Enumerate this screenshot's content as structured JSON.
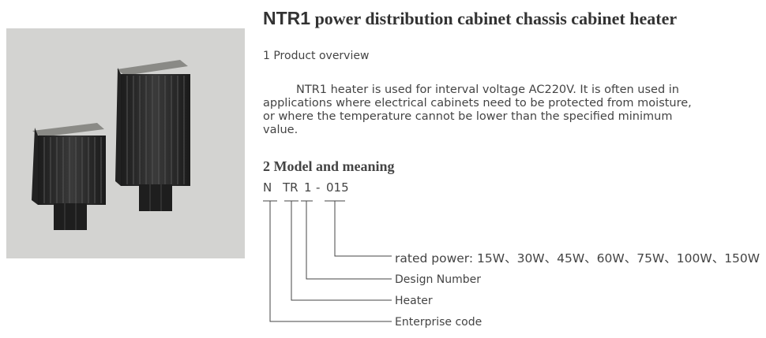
{
  "title": {
    "model": "NTR1",
    "rest": "power distribution cabinet chassis cabinet heater"
  },
  "section1": {
    "heading": "1 Product overview",
    "paragraph": "NTR1 heater is used for interval voltage AC220V. It is often used in applications where electrical cabinets need to be protected from moisture, or where the temperature cannot be lower than the specified minimum value."
  },
  "section2": {
    "heading": "2 Model and meaning",
    "code_parts": {
      "n": "N",
      "tr": "TR",
      "one": "1",
      "dash": "-",
      "num": "015"
    },
    "labels": {
      "rated_power": "rated power: 15W、30W、45W、60W、75W、100W、150W",
      "design_number": "Design Number",
      "heater": "Heater",
      "enterprise_code": "Enterprise code"
    }
  },
  "colors": {
    "text": "#444444",
    "photo_bg": "#d3d3d1",
    "heater_body": "#2b2b2b"
  }
}
